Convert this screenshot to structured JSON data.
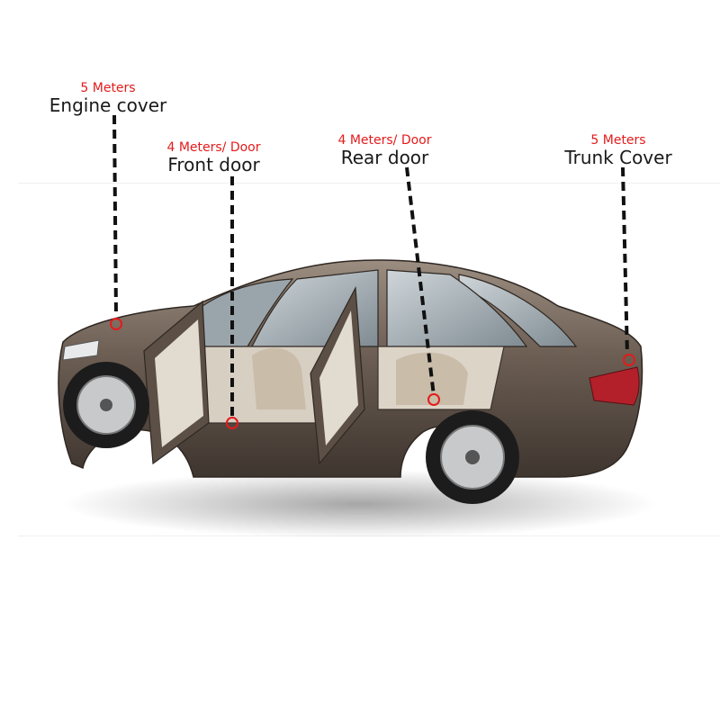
{
  "callouts": [
    {
      "quantity": "5 Meters",
      "part": "Engine cover"
    },
    {
      "quantity": "4 Meters/ Door",
      "part": "Front door"
    },
    {
      "quantity": "4 Meters/ Door",
      "part": "Rear door"
    },
    {
      "quantity": "5 Meters",
      "part": "Trunk Cover"
    }
  ],
  "colors": {
    "quantity_text": "#e31b1b",
    "part_text": "#1a1a1a",
    "leader_line": "#111111",
    "marker": "#e31b1b",
    "car_body": "#6b5d52"
  }
}
